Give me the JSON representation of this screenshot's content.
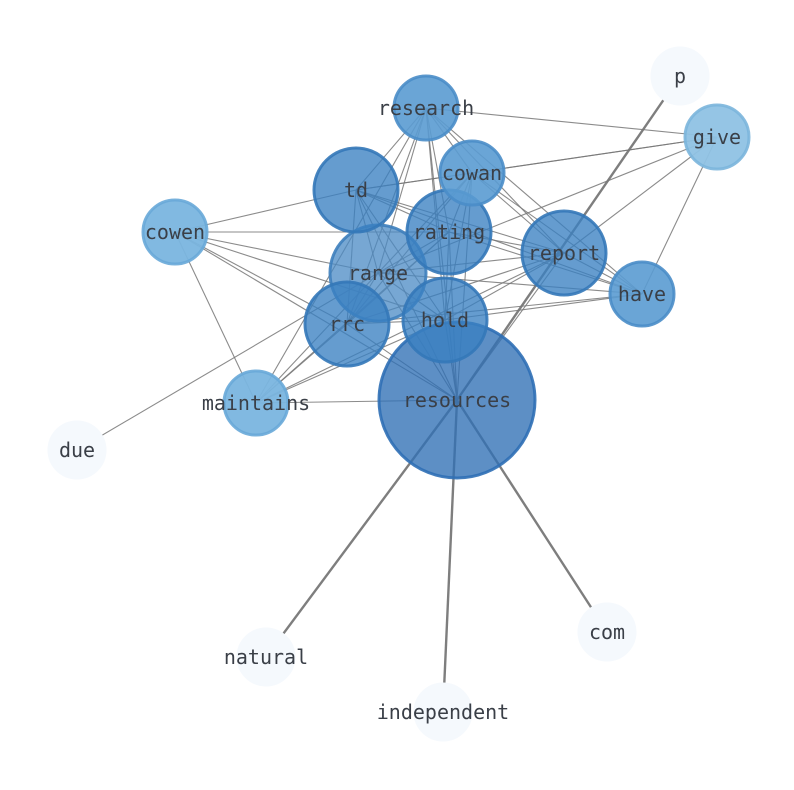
{
  "graph": {
    "nodes": [
      {
        "id": "resources",
        "label": "resources",
        "weight": 1.0
      },
      {
        "id": "range",
        "label": "range",
        "weight": 0.48
      },
      {
        "id": "hold",
        "label": "hold",
        "weight": 0.4
      },
      {
        "id": "rrc",
        "label": "rrc",
        "weight": 0.4
      },
      {
        "id": "report",
        "label": "report",
        "weight": 0.4
      },
      {
        "id": "rating",
        "label": "rating",
        "weight": 0.4
      },
      {
        "id": "td",
        "label": "td",
        "weight": 0.4
      },
      {
        "id": "cowan",
        "label": "cowan",
        "weight": 0.28
      },
      {
        "id": "research",
        "label": "research",
        "weight": 0.28
      },
      {
        "id": "have",
        "label": "have",
        "weight": 0.28
      },
      {
        "id": "cowen",
        "label": "cowen",
        "weight": 0.28
      },
      {
        "id": "maintains",
        "label": "maintains",
        "weight": 0.28
      },
      {
        "id": "give",
        "label": "give",
        "weight": 0.28
      },
      {
        "id": "p",
        "label": "p",
        "weight": 0.1
      },
      {
        "id": "due",
        "label": "due",
        "weight": 0.1
      },
      {
        "id": "natural",
        "label": "natural",
        "weight": 0.1
      },
      {
        "id": "independent",
        "label": "independent",
        "weight": 0.1
      },
      {
        "id": "com",
        "label": "com",
        "weight": 0.1
      }
    ],
    "edges": [
      [
        "resources",
        "p"
      ],
      [
        "resources",
        "natural"
      ],
      [
        "resources",
        "independent"
      ],
      [
        "resources",
        "com"
      ],
      [
        "resources",
        "report"
      ],
      [
        "resources",
        "research"
      ],
      [
        "resources",
        "cowan"
      ],
      [
        "resources",
        "td"
      ],
      [
        "resources",
        "rating"
      ],
      [
        "resources",
        "range"
      ],
      [
        "resources",
        "rrc"
      ],
      [
        "resources",
        "hold"
      ],
      [
        "resources",
        "maintains"
      ],
      [
        "resources",
        "cowen"
      ],
      [
        "range",
        "due"
      ],
      [
        "range",
        "research"
      ],
      [
        "range",
        "cowan"
      ],
      [
        "range",
        "td"
      ],
      [
        "range",
        "rating"
      ],
      [
        "range",
        "report"
      ],
      [
        "range",
        "have"
      ],
      [
        "range",
        "hold"
      ],
      [
        "range",
        "rrc"
      ],
      [
        "range",
        "cowen"
      ],
      [
        "range",
        "maintains"
      ],
      [
        "range",
        "give"
      ],
      [
        "hold",
        "research"
      ],
      [
        "hold",
        "cowan"
      ],
      [
        "hold",
        "td"
      ],
      [
        "hold",
        "rating"
      ],
      [
        "hold",
        "report"
      ],
      [
        "hold",
        "have"
      ],
      [
        "hold",
        "rrc"
      ],
      [
        "hold",
        "maintains"
      ],
      [
        "hold",
        "cowen"
      ],
      [
        "rrc",
        "research"
      ],
      [
        "rrc",
        "cowan"
      ],
      [
        "rrc",
        "td"
      ],
      [
        "rrc",
        "rating"
      ],
      [
        "rrc",
        "report"
      ],
      [
        "rrc",
        "have"
      ],
      [
        "rrc",
        "maintains"
      ],
      [
        "rrc",
        "cowen"
      ],
      [
        "report",
        "research"
      ],
      [
        "report",
        "cowan"
      ],
      [
        "report",
        "td"
      ],
      [
        "report",
        "rating"
      ],
      [
        "report",
        "have"
      ],
      [
        "report",
        "give"
      ],
      [
        "report",
        "maintains"
      ],
      [
        "rating",
        "research"
      ],
      [
        "rating",
        "cowan"
      ],
      [
        "rating",
        "td"
      ],
      [
        "rating",
        "have"
      ],
      [
        "td",
        "research"
      ],
      [
        "td",
        "cowan"
      ],
      [
        "td",
        "give"
      ],
      [
        "td",
        "have"
      ],
      [
        "cowan",
        "research"
      ],
      [
        "cowan",
        "give"
      ],
      [
        "cowan",
        "have"
      ],
      [
        "research",
        "give"
      ],
      [
        "research",
        "have"
      ],
      [
        "research",
        "maintains"
      ],
      [
        "cowen",
        "maintains"
      ],
      [
        "cowen",
        "td"
      ],
      [
        "cowen",
        "rating"
      ],
      [
        "give",
        "have"
      ],
      [
        "maintains",
        "rating"
      ]
    ]
  }
}
